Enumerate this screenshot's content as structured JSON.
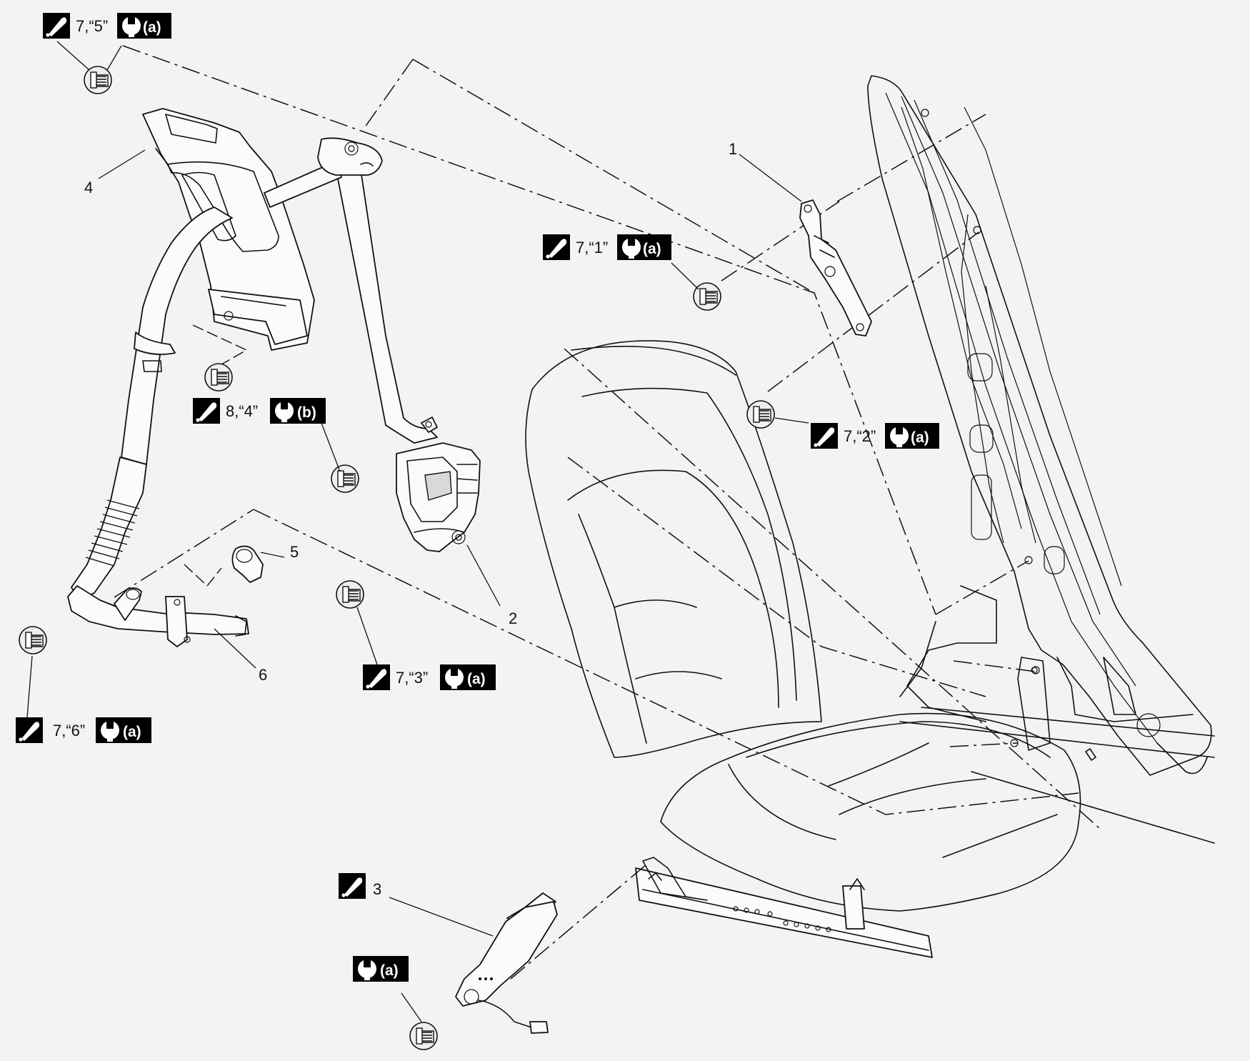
{
  "callouts": {
    "c1": "1",
    "c2": "2",
    "c3": "3",
    "c4": "4",
    "c5": "5",
    "c6": "6"
  },
  "labels": {
    "l5": {
      "spec": "7,“5”",
      "torque": "(a)"
    },
    "l1": {
      "spec": "7,“1”",
      "torque": "(a)"
    },
    "l2": {
      "spec": "7,“2”",
      "torque": "(a)"
    },
    "l4": {
      "spec": "8,“4”",
      "torque": "(b)"
    },
    "l3": {
      "spec": "7,“3”",
      "torque": "(a)"
    },
    "l6": {
      "spec": "7,“6”",
      "torque": "(a)"
    },
    "lbuckle_torque": "(a)"
  },
  "icons": {
    "apply": "grease-apply-icon",
    "torque": "wrench-torque-icon",
    "bolt": "bolt-icon"
  },
  "colors": {
    "line": "#111111",
    "background": "#f3f3f3",
    "label_box": "#000000"
  }
}
